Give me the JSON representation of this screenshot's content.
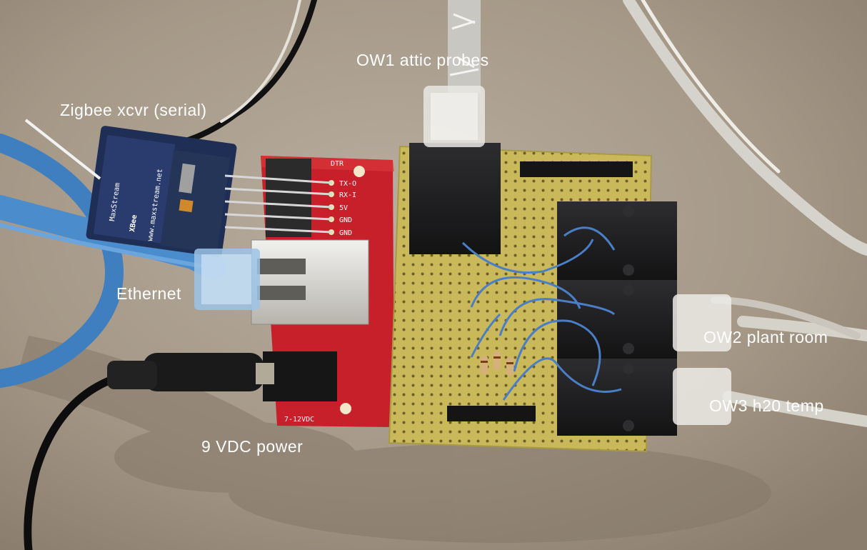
{
  "labels": {
    "ow1": "OW1 attic probes",
    "zigbee": "Zigbee xcvr (serial)",
    "ethernet": "Ethernet",
    "power": "9 VDC power",
    "ow2": "OW2 plant room",
    "ow3": "OW3 h20 temp"
  },
  "board_silkscreen": {
    "dtr": "DTR",
    "pins": [
      "TX-O",
      "RX-I",
      "5V",
      "GND",
      "GND"
    ],
    "voltage": "7-12VDC"
  },
  "xbee_module": {
    "brand": "MaxStream",
    "logo": "XBee",
    "url": "www.maxstream.net"
  },
  "colors": {
    "wall": "#a99d8e",
    "red_board": "#c8202a",
    "perfboard": "#c9b95a",
    "ethernet_cable": "#4b8ccc",
    "jumper_wire": "#4a7fc8",
    "connector": "#1c1c1e",
    "label_text": "#ffffff"
  }
}
